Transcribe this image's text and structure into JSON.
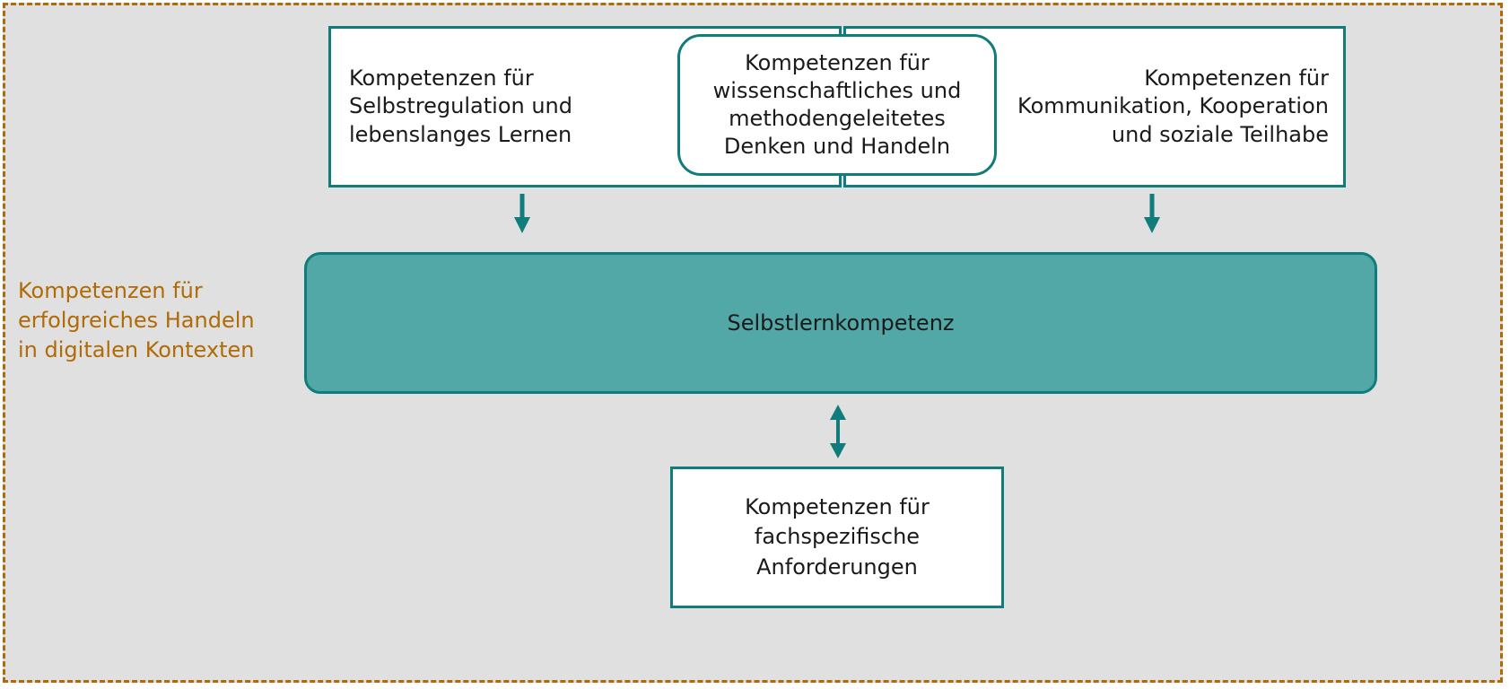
{
  "diagram": {
    "title": "Kompetenzen für erfolgreiches Handeln in digitalen Kontexten",
    "background_color": "#e0e0e0",
    "frame_color": "#b06a06",
    "accent_teal": "#107c7c",
    "fill_teal": "#52a8a6",
    "side_label": "Kompetenzen für\nerfolgreiches Handeln\nin digitalen Kontexten",
    "top_boxes": [
      {
        "id": "selbstregulation",
        "label": "Kompetenzen für\nSelbstregulation und\nlebenslanges Lernen",
        "shape": "rectangle",
        "align": "left"
      },
      {
        "id": "wissenschaftliches-denken",
        "label": "Kompetenzen für\nwissenschaftliches und\nmethodengeleitetes\nDenken und Handeln",
        "shape": "rounded-rectangle",
        "align": "center"
      },
      {
        "id": "kommunikation",
        "label": "Kompetenzen für\nKommunikation, Kooperation\nund soziale Teilhabe",
        "shape": "rectangle",
        "align": "right"
      }
    ],
    "main_bar": {
      "id": "selbstlernkompetenz",
      "label": "Selbstlernkompetenz"
    },
    "bottom_box": {
      "id": "fachspezifische-anforderungen",
      "label": "Kompetenzen für\nfachspezifische\nAnforderungen"
    },
    "arrows": [
      {
        "id": "arrow-left-down",
        "direction": "down"
      },
      {
        "id": "arrow-right-down",
        "direction": "down"
      },
      {
        "id": "arrow-bidirectional",
        "direction": "up-down"
      }
    ]
  }
}
